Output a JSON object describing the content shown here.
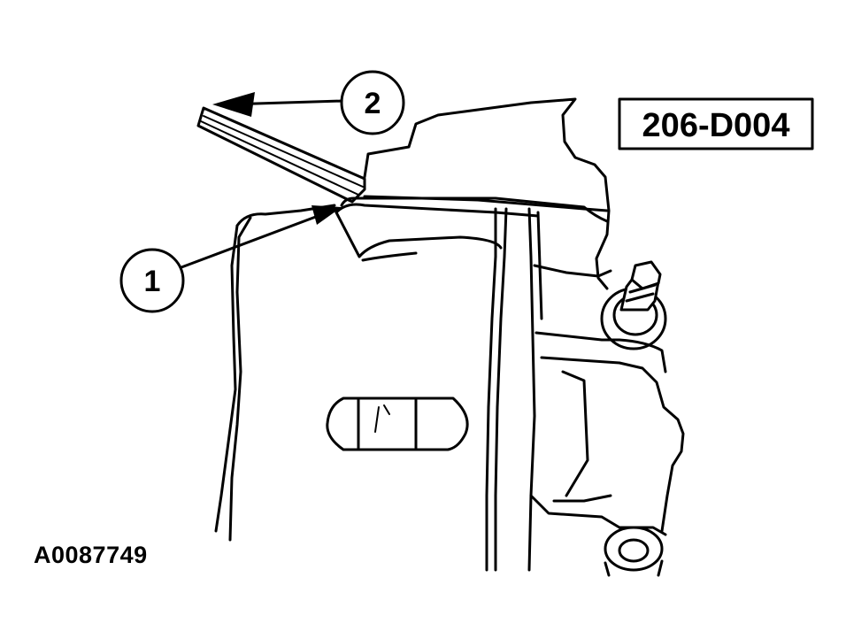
{
  "tool_code": "206-D004",
  "figure_id": "A0087749",
  "callouts": [
    {
      "number": "1"
    },
    {
      "number": "2"
    }
  ],
  "colors": {
    "line": "#000000",
    "background": "#ffffff"
  }
}
